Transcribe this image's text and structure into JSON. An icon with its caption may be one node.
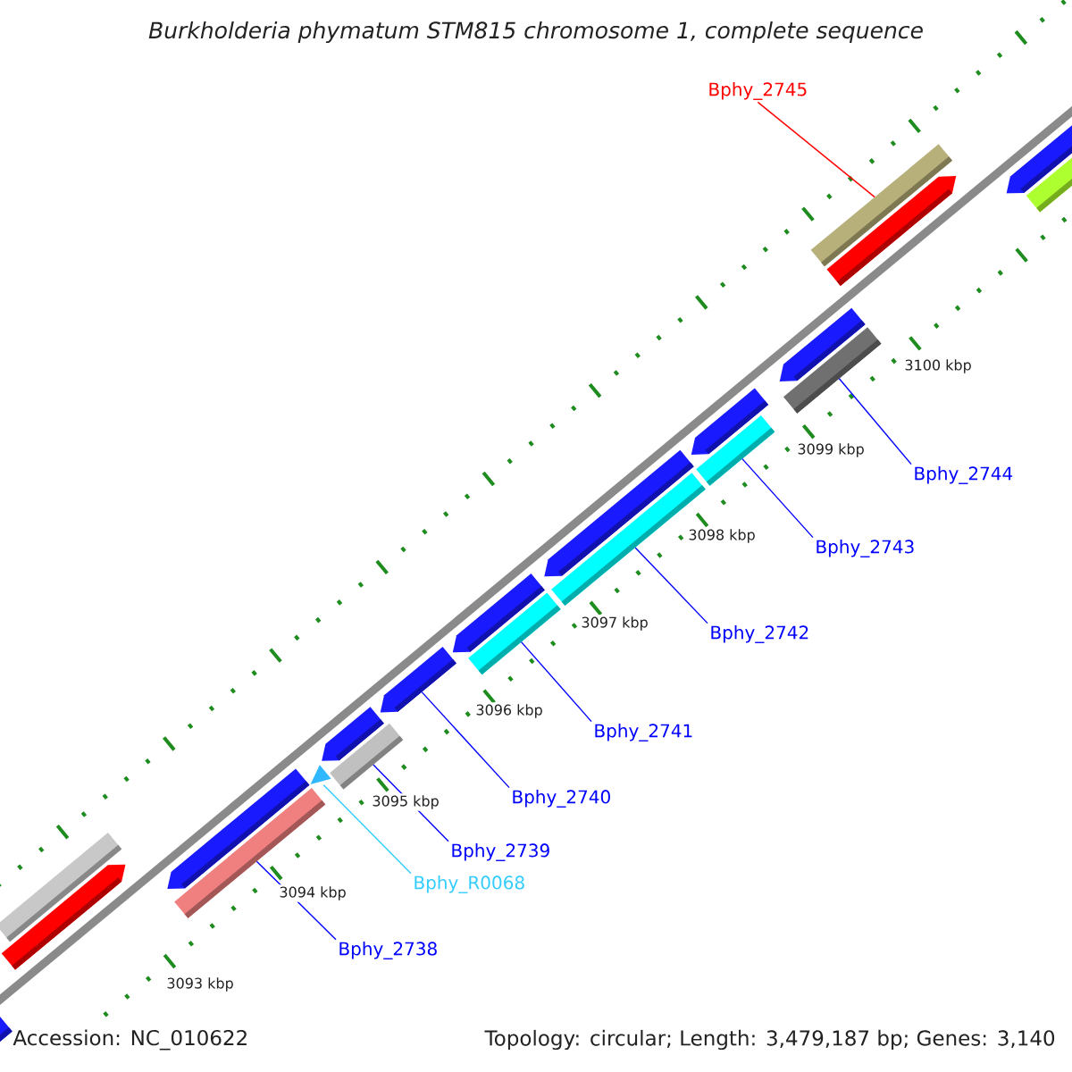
{
  "diagram": {
    "title": "Burkholderia phymatum STM815 chromosome 1, complete sequence",
    "nodes": [
      {
        "text": [
          "Bphy_2745"
        ]
      },
      {
        "text": [],
        "shape": "bar"
      },
      {
        "text": [
          "Bphy_2744"
        ]
      },
      {
        "text": [],
        "shape": "bar"
      },
      {
        "text": [
          "Bphy_2743"
        ]
      },
      {
        "text": [],
        "shape": "bar"
      },
      {
        "text": [
          "Bphy_2742"
        ]
      },
      {
        "text": [],
        "shape": "bar"
      },
      {
        "text": [
          "Bphy_2741"
        ]
      },
      {
        "text": [],
        "shape": "bar"
      },
      {
        "text": [
          "Bphy_2740"
        ]
      },
      {
        "text": [],
        "shape": "bar"
      },
      {
        "text": [
          "Bphy_2739"
        ]
      },
      {
        "text": [],
        "shape": "bar"
      },
      {
        "text": [
          "Bphy_R0068"
        ]
      },
      {
        "text": [],
        "shape": "triangle"
      },
      {
        "text": [
          "Bphy_2738"
        ]
      },
      {
        "text": [],
        "shape": "bar"
      }
    ],
    "edges": [
      {
        "from": 0,
        "to": 1,
        "arrow": "none",
        "color": "#ff0000"
      },
      {
        "from": 2,
        "to": 3,
        "arrow": "none"
      },
      {
        "from": 4,
        "to": 5,
        "arrow": "none"
      },
      {
        "from": 6,
        "to": 7,
        "arrow": "none"
      },
      {
        "from": 8,
        "to": 9,
        "arrow": "none"
      },
      {
        "from": 10,
        "to": 11,
        "arrow": "none"
      },
      {
        "from": 12,
        "to": 13,
        "arrow": "none"
      },
      {
        "from": 14,
        "to": 15,
        "arrow": "none",
        "color": "#33ccff"
      },
      {
        "from": 16,
        "to": 17,
        "arrow": "none"
      }
    ],
    "labels": [
      "3100 kbp",
      "3099 kbp",
      "3098 kbp",
      "3097 kbp",
      "3096 kbp",
      "3095 kbp",
      "3094 kbp",
      "3093 kbp",
      "Accession: NC_010622",
      "Topology: circular; Length: 3,479,187 bp; Genes: 3,140"
    ]
  }
}
